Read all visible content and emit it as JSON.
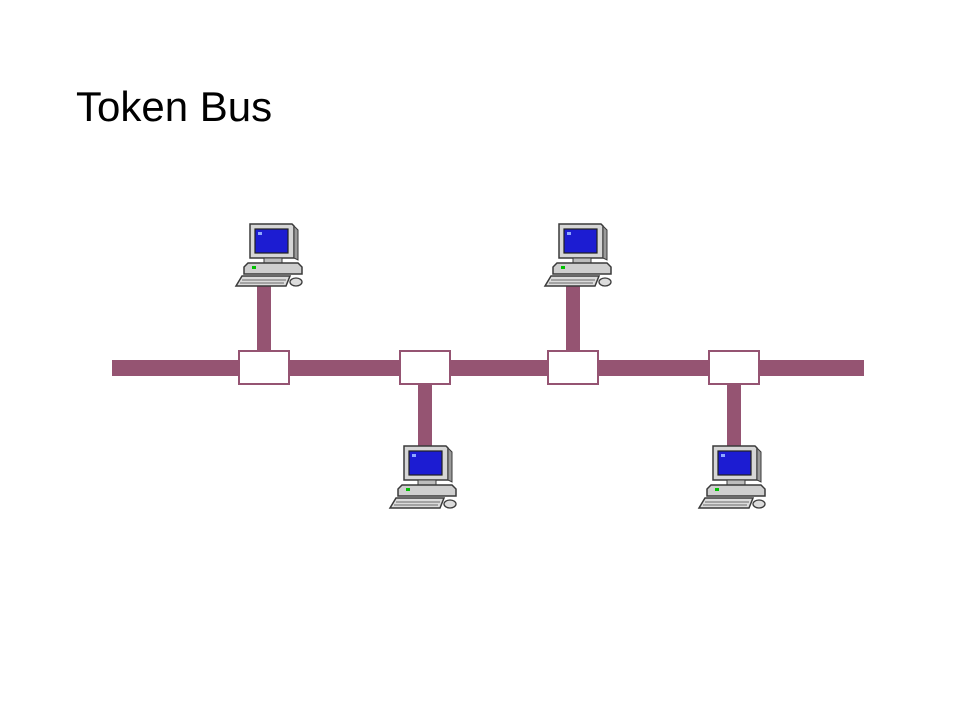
{
  "slide": {
    "title": "Token Bus"
  },
  "diagram": {
    "type": "bus-network",
    "colors": {
      "bus_cable": "#955472",
      "tap_fill": "#ffffff",
      "monitor_screen": "#1a1ad0",
      "computer_body": "#d4d4d4",
      "computer_outline": "#404040",
      "power_led": "#00c000"
    },
    "nodes": [
      {
        "id": "station-1",
        "icon": "desktop-computer-icon",
        "side": "above"
      },
      {
        "id": "station-2",
        "icon": "desktop-computer-icon",
        "side": "below"
      },
      {
        "id": "station-3",
        "icon": "desktop-computer-icon",
        "side": "above"
      },
      {
        "id": "station-4",
        "icon": "desktop-computer-icon",
        "side": "below"
      }
    ]
  }
}
